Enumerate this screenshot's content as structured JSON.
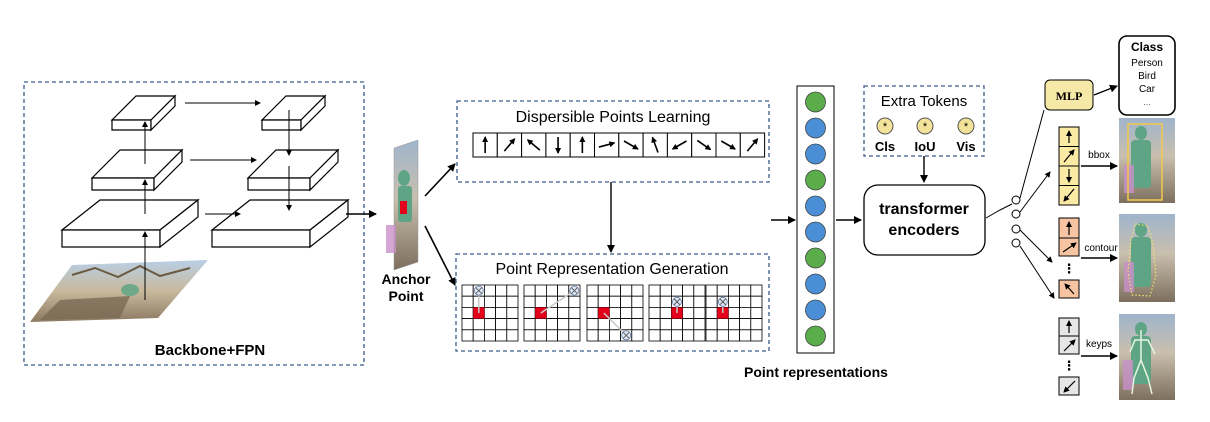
{
  "backbone": {
    "label": "Backbone+FPN"
  },
  "anchor": {
    "line1": "Anchor",
    "line2": "Point"
  },
  "dpl": {
    "title": "Dispersible Points Learning",
    "arrows": [
      "up",
      "up-right",
      "up-left",
      "down",
      "up",
      "right-ish",
      "down-right",
      "up-left-steep",
      "down-left",
      "right-down",
      "down-right",
      "up-right"
    ]
  },
  "prg": {
    "title": "Point Representation Generation"
  },
  "point_reps": {
    "label": "Point representations",
    "circles": [
      "green",
      "blue",
      "blue",
      "green",
      "blue",
      "blue",
      "green",
      "blue",
      "blue",
      "green"
    ]
  },
  "extra_tokens": {
    "title": "Extra Tokens",
    "tokens": [
      {
        "name": "Cls",
        "symbol": "*"
      },
      {
        "name": "IoU",
        "symbol": "*"
      },
      {
        "name": "Vis",
        "symbol": "*"
      }
    ]
  },
  "transformer": {
    "line1": "transformer",
    "line2": "encoders"
  },
  "mlp": {
    "label": "MLP"
  },
  "class_box": {
    "title": "Class",
    "items": [
      "Person",
      "Bird",
      "Car",
      "..."
    ]
  },
  "outputs": {
    "bbox": "bbox",
    "contour": "contour",
    "keyps": "keyps",
    "dots": "⋮"
  },
  "colors": {
    "dashed_border": "#3b5a8c",
    "green": "#5aad4a",
    "blue": "#4a8fd6",
    "token_fill": "#f3e39a",
    "mlp_fill": "#f6e9a8",
    "head_yellow": "#fbeaa3",
    "head_orange": "#f6c4a3",
    "head_gray": "#e6e6e6",
    "red": "#e3001b"
  }
}
